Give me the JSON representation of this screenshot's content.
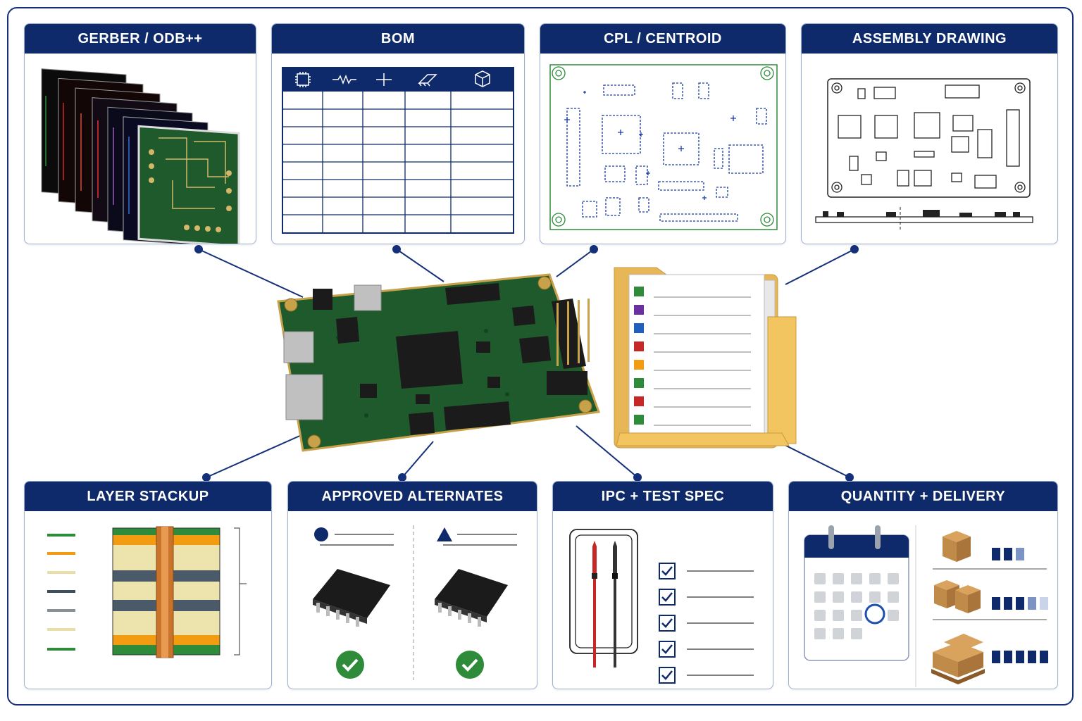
{
  "panels": {
    "gerber": {
      "title": "GERBER / ODB++"
    },
    "bom": {
      "title": "BOM"
    },
    "cpl": {
      "title": "CPL / CENTROID"
    },
    "assembly": {
      "title": "ASSEMBLY DRAWING"
    },
    "stackup": {
      "title": "LAYER STACKUP"
    },
    "alternates": {
      "title": "APPROVED ALTERNATES"
    },
    "ipc": {
      "title": "IPC + TEST SPEC"
    },
    "delivery": {
      "title": "QUANTITY + DELIVERY"
    }
  },
  "colors": {
    "brand_navy": "#0f2a6b",
    "pcb_green": "#1f5a2c",
    "gold": "#c8a24a",
    "check_green": "#2e8b3a",
    "folder_yellow": "#f2c560"
  },
  "center": {
    "board": "pcb-board-illustration",
    "folder": "document-folder-icon",
    "folder_tabs": [
      "#2e8b3a",
      "#6a2fa0",
      "#1f5fbf",
      "#c62828",
      "#f39c12",
      "#2e8b3a",
      "#c62828",
      "#2e8b3a"
    ]
  },
  "bom_icons": [
    "chip-icon",
    "resistor-icon",
    "crosshair-icon",
    "ic-package-icon",
    "box-icon"
  ],
  "alternates_icons": [
    "circle-marker-icon",
    "triangle-marker-icon"
  ],
  "delivery_levels": [
    2.5,
    3.5,
    5
  ]
}
